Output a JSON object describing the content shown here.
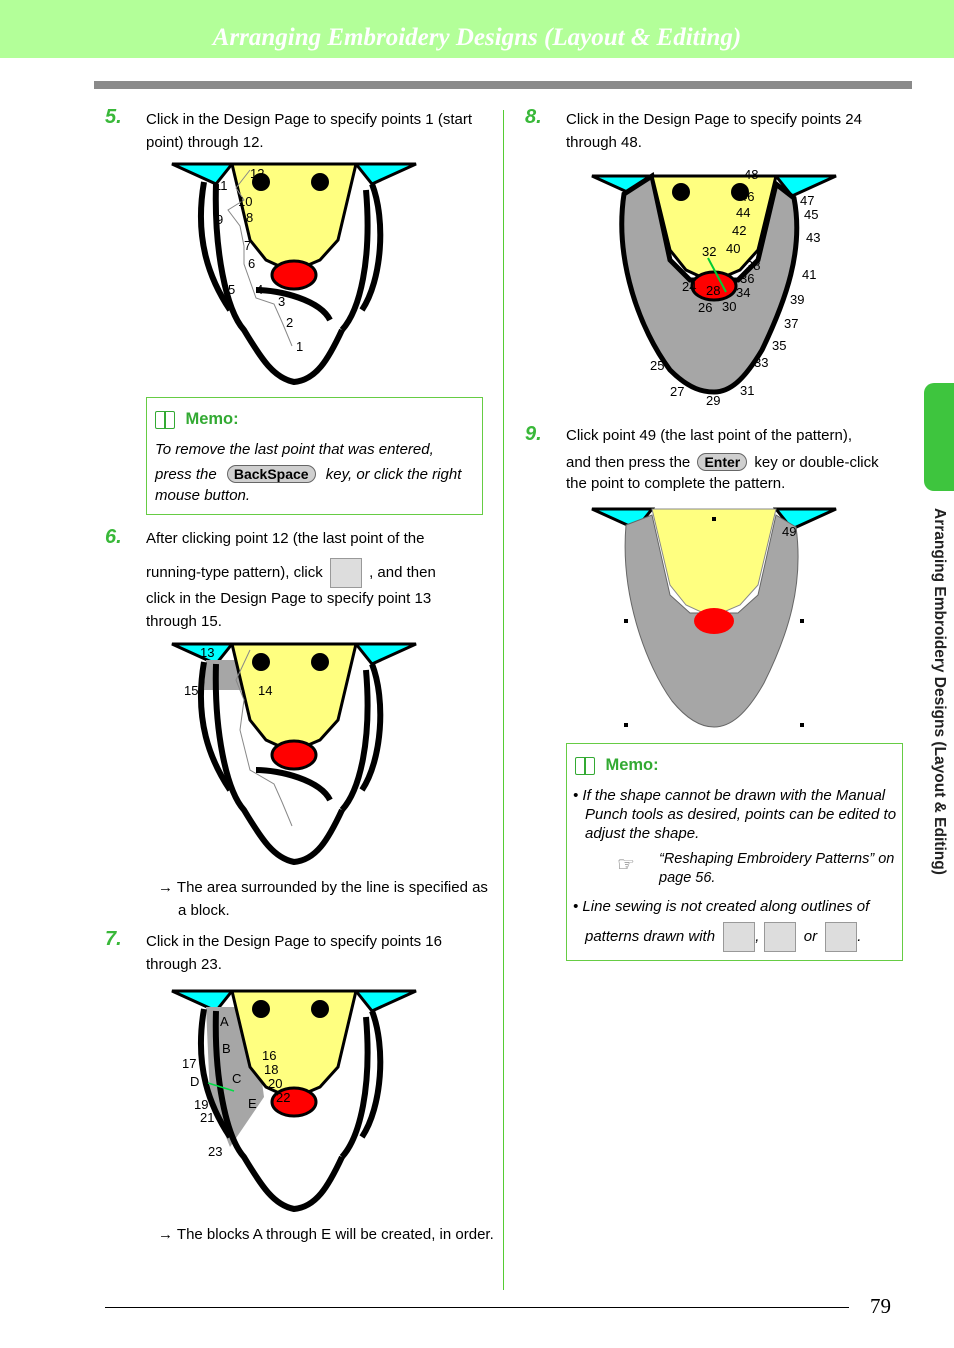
{
  "header": {
    "title": "Arranging Embroidery Designs (Layout & Editing)"
  },
  "side_tab": "Arranging Embroidery Designs (Layout & Editing)",
  "page_number": "79",
  "colors": {
    "header": "#b3ff99",
    "accent": "#39b839",
    "face": "#ffff80",
    "nose": "#ff0000",
    "ear": "#00ffff",
    "block": "#a6a6a6"
  },
  "step5": {
    "num": "5.",
    "text": "Click in the Design Page to specify points 1 (start point) through 12."
  },
  "memo1": {
    "title": "Memo:",
    "line1": "To remove the last point that was entered,",
    "pre": "press the",
    "key": "BackSpace",
    "post": "key, or click the right",
    "line3": "mouse button."
  },
  "step6": {
    "num": "6.",
    "pre": "After clicking point 12 (the last point of the",
    "mid": "running-type pattern), click",
    "post": ", and then",
    "rest": "click in the Design Page to specify point 13 through 15.",
    "result": "The area surrounded by the line is specified as a block."
  },
  "step7": {
    "num": "7.",
    "text": "Click in the Design Page to specify points 16 through 23.",
    "result": "The blocks A through E will be created, in order."
  },
  "step8": {
    "num": "8.",
    "text": "Click in the Design Page to specify points 24 through 48."
  },
  "step9": {
    "num": "9.",
    "line1": "Click point 49 (the last point of the pattern),",
    "pre": "and then press the",
    "key": "Enter",
    "post": "key or double-click",
    "line3": "the point to complete the pattern."
  },
  "memo2": {
    "title": "Memo:",
    "b1": "If the shape cannot be drawn with the Manual Punch tools as desired, points can be edited to adjust the shape.",
    "ref": "“Reshaping Embroidery Patterns” on page 56.",
    "b2a": "Line sewing is not created along outlines of",
    "b2b": "patterns drawn with",
    "sep1": ",",
    "sep2": "or",
    "end": "."
  },
  "fig5": {
    "labels": [
      "12",
      "11",
      "10",
      "9",
      "8",
      "7",
      "6",
      "5",
      "4",
      "3",
      "2",
      "1"
    ]
  },
  "fig6": {
    "labels": [
      "13",
      "15",
      "14"
    ]
  },
  "fig7": {
    "labels": [
      "A",
      "B",
      "C",
      "D",
      "E",
      "16",
      "17",
      "18",
      "19",
      "20",
      "21",
      "22",
      "23"
    ]
  },
  "fig8": {
    "labels": [
      "48",
      "46",
      "47",
      "44",
      "45",
      "42",
      "43",
      "40",
      "32",
      "38",
      "36",
      "41",
      "24",
      "28",
      "34",
      "39",
      "26",
      "30",
      "37",
      "35",
      "33",
      "25",
      "27",
      "29",
      "31"
    ]
  },
  "fig9": {
    "labels": [
      "49"
    ]
  }
}
